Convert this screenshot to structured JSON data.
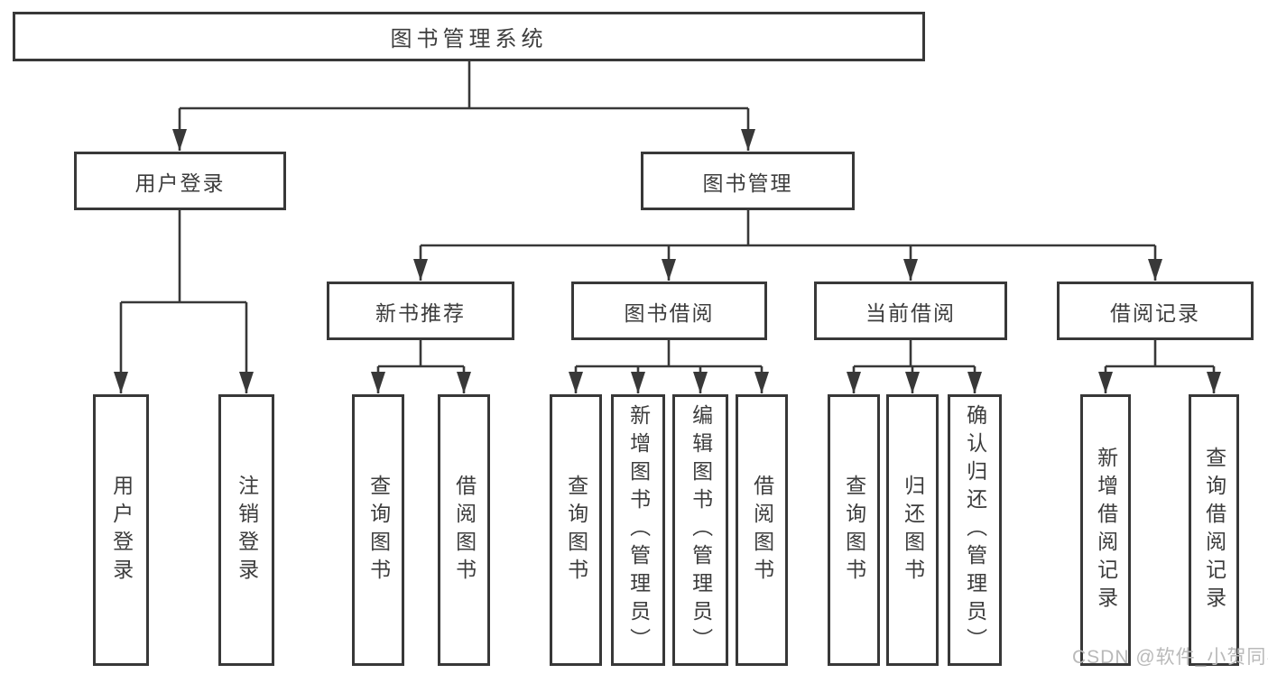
{
  "colors": {
    "line": "#383838",
    "box_border": "#383838",
    "text": "#3d3d3d",
    "watermark": "#b9b9b9",
    "background": "#ffffff"
  },
  "tree": {
    "root": {
      "label": "图书管理系统"
    },
    "branches": [
      {
        "label": "用户登录",
        "children": [
          {
            "label": "用户登录"
          },
          {
            "label": "注销登录"
          }
        ]
      },
      {
        "label": "图书管理",
        "children": [
          {
            "label": "新书推荐",
            "children": [
              {
                "label": "查询图书"
              },
              {
                "label": "借阅图书"
              }
            ]
          },
          {
            "label": "图书借阅",
            "children": [
              {
                "label": "查询图书"
              },
              {
                "label": "新增图书（管理员）"
              },
              {
                "label": "编辑图书（管理员）"
              },
              {
                "label": "借阅图书"
              }
            ]
          },
          {
            "label": "当前借阅",
            "children": [
              {
                "label": "查询图书"
              },
              {
                "label": "归还图书"
              },
              {
                "label": "确认归还（管理员）"
              }
            ]
          },
          {
            "label": "借阅记录",
            "children": [
              {
                "label": "新增借阅记录"
              },
              {
                "label": "查询借阅记录"
              }
            ]
          }
        ]
      }
    ]
  },
  "watermark": {
    "text": "CSDN @软件_小贺同学"
  }
}
